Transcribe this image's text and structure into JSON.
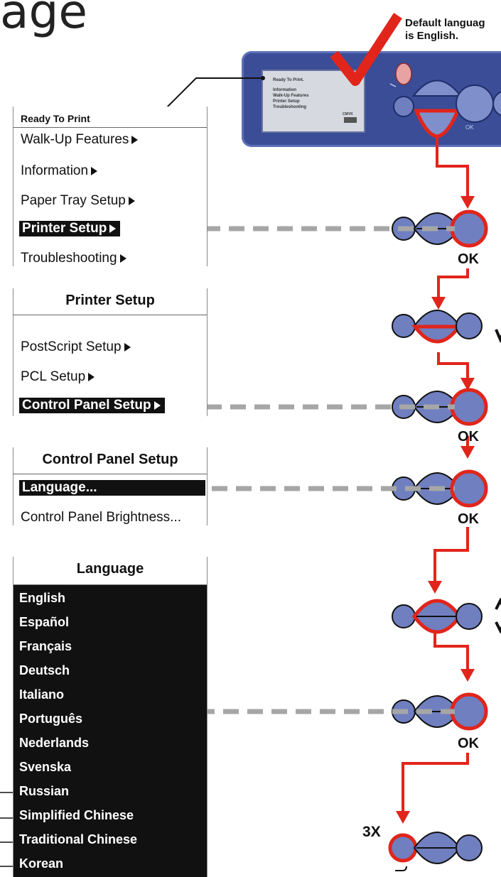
{
  "page_title": "age",
  "note": [
    "Default languag",
    "is English."
  ],
  "lcd": {
    "lines": [
      "Ready To Print.",
      "Information",
      "Walk-Up Features",
      "Printer Setup",
      "Troubleshooting"
    ],
    "cmyk": "CMYK"
  },
  "panel_ok": "OK",
  "menu1": {
    "header": "Ready To Print",
    "items": [
      "Walk-Up Features",
      "Information",
      "Paper Tray Setup",
      "Printer Setup",
      "Troubleshooting"
    ]
  },
  "menu2": {
    "header": "Printer Setup",
    "items": [
      "PostScript Setup",
      "PCL Setup",
      "Control Panel Setup"
    ]
  },
  "menu3": {
    "header": "Control Panel Setup",
    "items": [
      "Language...",
      "Control Panel Brightness..."
    ]
  },
  "menu4": {
    "header": "Language",
    "items": [
      "English",
      "Español",
      "Français",
      "Deutsch",
      "Italiano",
      "Português",
      "Nederlands",
      "Svenska",
      "Russian",
      "Simplified Chinese",
      "Traditional Chinese",
      "Korean"
    ]
  },
  "ok_labels": [
    "OK",
    "OK",
    "OK",
    "OK"
  ],
  "repeat_label": "3X",
  "colors": {
    "red": "#e1251b",
    "button": "#6f7fc0",
    "dash": "#a6a6a6",
    "panel": "#3a4d96"
  }
}
